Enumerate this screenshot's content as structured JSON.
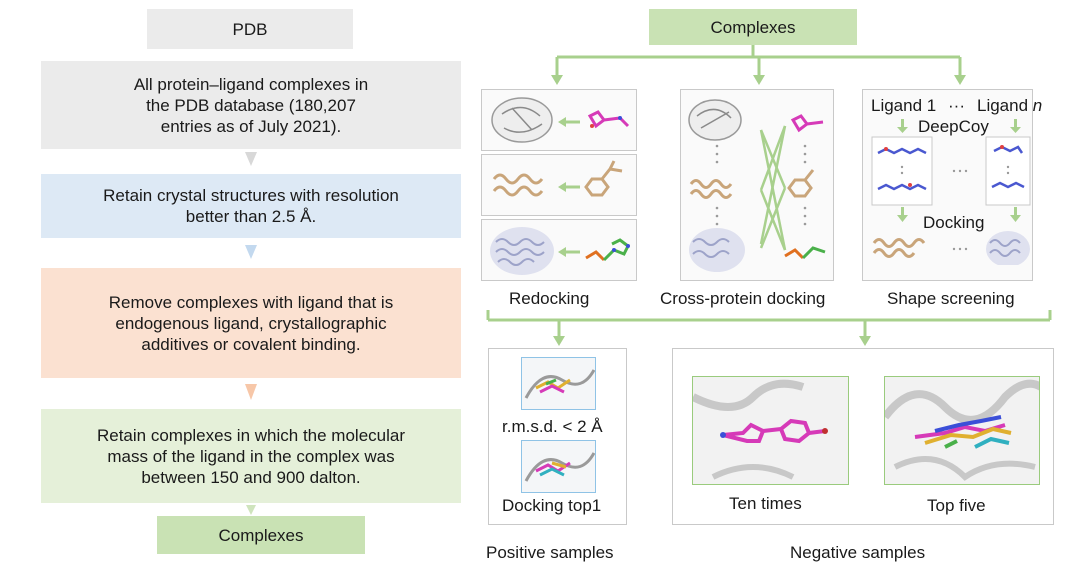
{
  "left": {
    "pdb_label": "PDB",
    "step1": "All protein–ligand complexes in\nthe PDB database (180,207\nentries as of July 2021).",
    "step2": "Retain crystal structures with resolution\nbetter than 2.5 Å.",
    "step3": "Remove complexes with ligand that is\nendogenous ligand, crystallographic\nadditives or covalent binding.",
    "step4": "Retain complexes in which the molecular\nmass of the ligand in the complex was\nbetween 150 and 900 dalton.",
    "complexes_label": "Complexes"
  },
  "right": {
    "complexes_label": "Complexes",
    "redocking_label": "Redocking",
    "cross_protein_label": "Cross-protein docking",
    "shape_screening_label": "Shape screening",
    "ligand1_label": "Ligand 1",
    "ellipsis_label": "···",
    "ligandn_prefix": "Ligand ",
    "ligandn_suffix": "n",
    "deepcoy_label": "DeepCoy",
    "docking_label": "Docking",
    "rmsd_label": "r.m.s.d. < 2 Å",
    "docking_top1_label": "Docking top1",
    "ten_times_label": "Ten times",
    "top_five_label": "Top five",
    "positive_samples_label": "Positive samples",
    "negative_samples_label": "Negative samples"
  },
  "colors": {
    "gray_box": "#ebebeb",
    "blue_box": "#dde9f5",
    "peach_box": "#fbe1d1",
    "green_box": "#e5f0d9",
    "complexes_box": "#c9e2b4",
    "flow_arrow_green": "#a8d08d",
    "ligand_magenta": "#d63ab8",
    "protein_tan": "#c9a57a",
    "protein_lavender": "#9da3c9"
  }
}
